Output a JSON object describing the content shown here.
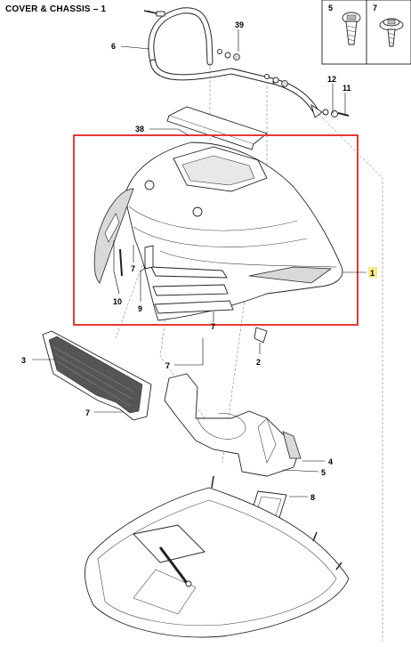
{
  "title": "COVER & CHASSIS – 1",
  "colors": {
    "highlight_box": "#e53935",
    "highlight_badge": "#f6e889",
    "line": "#000000",
    "part_fill": "#ffffff",
    "grey_fill": "#d9d9d9"
  },
  "inset": {
    "left_number": "5",
    "right_number": "7"
  },
  "callouts": {
    "c1": "1",
    "c2": "2",
    "c3": "3",
    "c4": "4",
    "c5": "5",
    "c6": "6",
    "c7a": "7",
    "c7b": "7",
    "c7c": "7",
    "c7d": "7",
    "c8": "8",
    "c9": "9",
    "c10": "10",
    "c11": "11",
    "c12": "12",
    "c38": "38",
    "c39": "39"
  }
}
